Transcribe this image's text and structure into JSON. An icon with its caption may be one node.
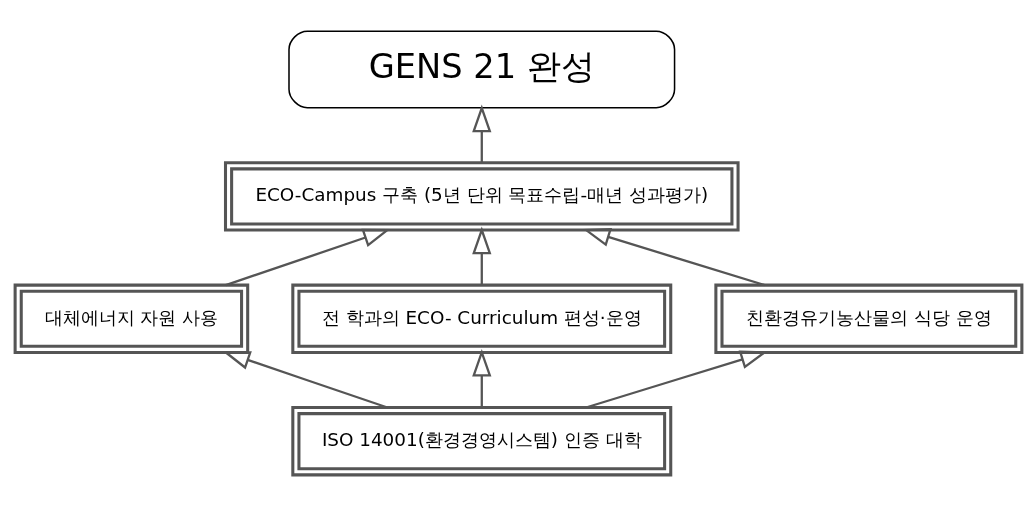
{
  "diagram": {
    "nodes": [
      {
        "text": [
          "GENS 21 완성"
        ]
      },
      {
        "text": [
          "ECO-Campus 구축 (5년 단위 목표수립-매년 성과평가)"
        ]
      },
      {
        "text": [
          "대체에너지 자원 사용"
        ]
      },
      {
        "text": [
          "전 학과의 ECO- Curriculum 편성·운영"
        ]
      },
      {
        "text": [
          "친환경유기농산물의 식당 운영"
        ]
      },
      {
        "text": [
          "ISO 14001(환경경영시스템) 인증 대학"
        ]
      }
    ],
    "edges": [
      {
        "from": 1,
        "to": 0,
        "arrow": "to"
      },
      {
        "from": 2,
        "to": 1,
        "arrow": "to"
      },
      {
        "from": 3,
        "to": 1,
        "arrow": "to"
      },
      {
        "from": 4,
        "to": 1,
        "arrow": "to"
      },
      {
        "from": 5,
        "to": 2,
        "arrow": "to"
      },
      {
        "from": 5,
        "to": 3,
        "arrow": "to"
      },
      {
        "from": 5,
        "to": 4,
        "arrow": "to"
      }
    ]
  }
}
